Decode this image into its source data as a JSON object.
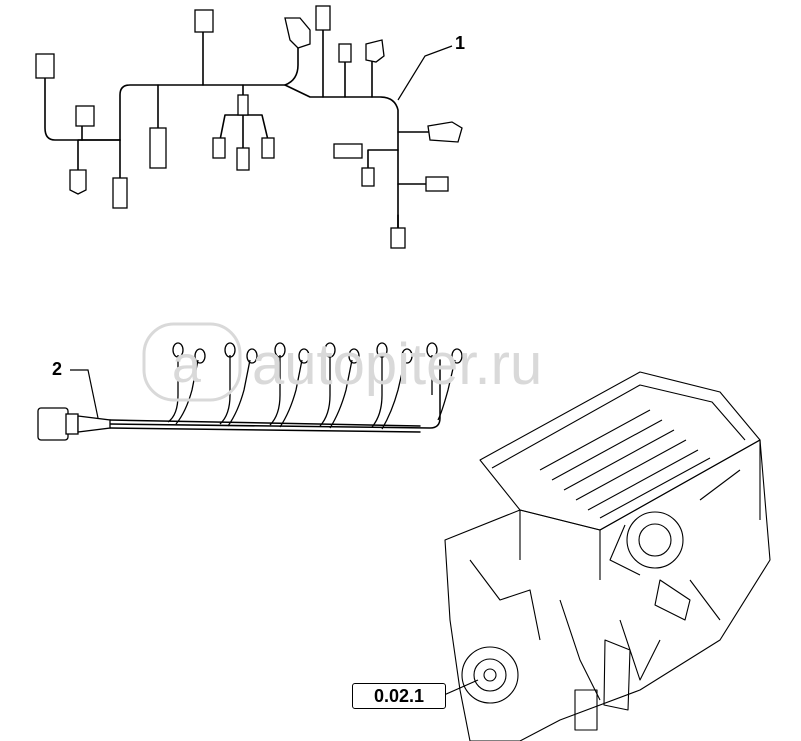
{
  "callouts": {
    "part_1": "1",
    "part_2": "2"
  },
  "reference": {
    "label": "0.02.1"
  },
  "watermark": {
    "text": "autopiter.ru",
    "logo_text": "a"
  },
  "colors": {
    "line": "#000000",
    "watermark": "#d9d9d9",
    "background": "#ffffff"
  }
}
